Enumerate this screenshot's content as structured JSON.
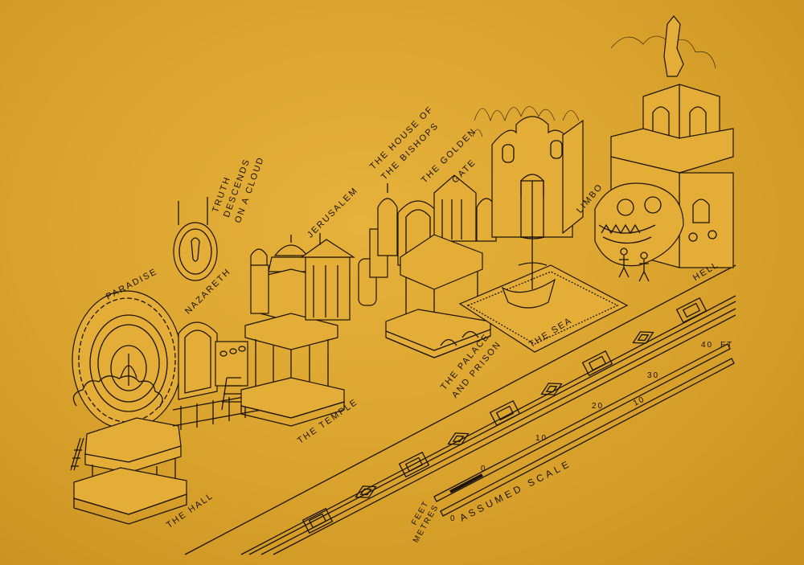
{
  "labels": {
    "paradise": "PARADISE",
    "truth": [
      "TRUTH",
      "DESCENDS",
      "ON A CLOUD"
    ],
    "nazareth": "NAZARETH",
    "jerusalem": "JERUSALEM",
    "house_bishops": [
      "THE HOUSE OF",
      "THE BISHOPS"
    ],
    "golden_gate": [
      "THE GOLDEN",
      "GATE"
    ],
    "limbo": "LIMBO",
    "hell": "HELL",
    "the_hall": "THE HALL",
    "the_temple": "THE TEMPLE",
    "palace_prison": [
      "THE PALACE",
      "AND PRISON"
    ],
    "the_sea": "THE SEA"
  },
  "scale": {
    "feet_label": "FEET",
    "metres_label": "METRES",
    "caption": "ASSUMED SCALE",
    "feet_ticks": [
      "0",
      "10",
      "20",
      "30",
      "40"
    ],
    "metre_ticks": [
      "0",
      "10"
    ],
    "end_label": "ft"
  }
}
